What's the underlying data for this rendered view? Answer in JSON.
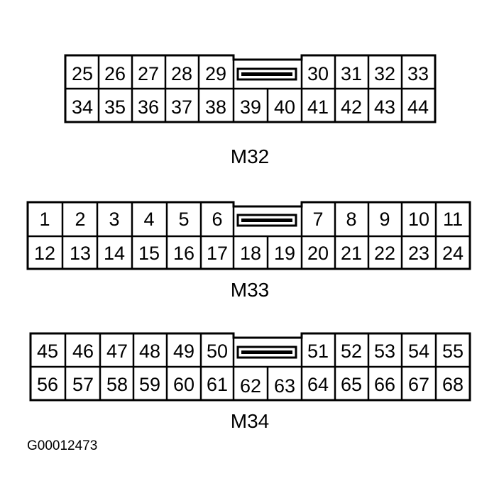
{
  "connectors": [
    {
      "label": "M32",
      "top_row": [
        "25",
        "26",
        "27",
        "28",
        "29",
        "",
        "30",
        "31",
        "32",
        "33"
      ],
      "bottom_row": [
        "34",
        "35",
        "36",
        "37",
        "38",
        "39",
        "40",
        "41",
        "42",
        "43",
        "44"
      ]
    },
    {
      "label": "M33",
      "top_row": [
        "1",
        "2",
        "3",
        "4",
        "5",
        "6",
        "",
        "7",
        "8",
        "9",
        "10",
        "11"
      ],
      "bottom_row": [
        "12",
        "13",
        "14",
        "15",
        "16",
        "17",
        "18",
        "19",
        "20",
        "21",
        "22",
        "23",
        "24"
      ]
    },
    {
      "label": "M34",
      "top_row": [
        "45",
        "46",
        "47",
        "48",
        "49",
        "50",
        "",
        "51",
        "52",
        "53",
        "54",
        "55"
      ],
      "bottom_row": [
        "56",
        "57",
        "58",
        "59",
        "60",
        "61",
        "62",
        "63",
        "64",
        "65",
        "66",
        "67",
        "68"
      ]
    }
  ],
  "figure_id": "G00012473",
  "colors": {
    "stroke": "#000000",
    "background": "#ffffff"
  }
}
